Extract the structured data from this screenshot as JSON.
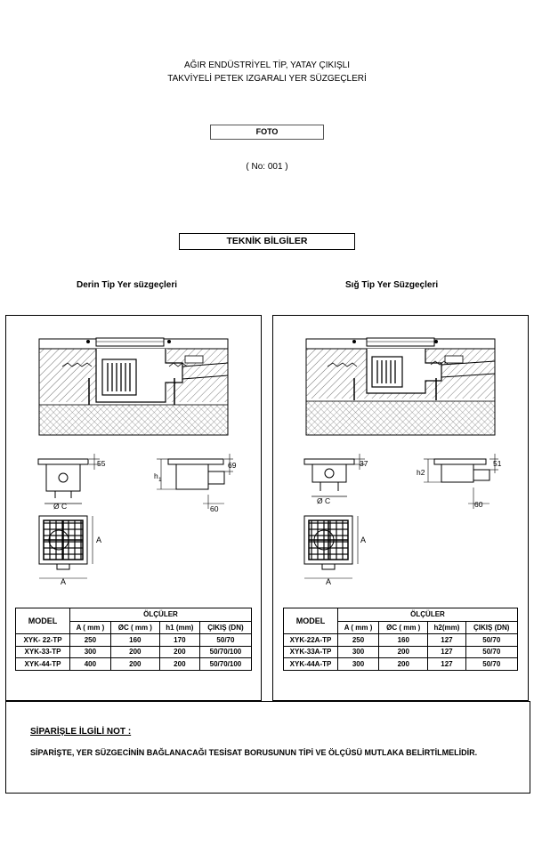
{
  "header": {
    "title_line1": "AĞIR ENDÜSTRİYEL TİP, YATAY ÇIKIŞLI",
    "title_line2": "TAKVİYELİ PETEK IZGARALI YER SÜZGEÇLERİ",
    "foto_label": "FOTO",
    "number_text": "( No:  001 )",
    "technical_info": "TEKNİK BİLGİLER"
  },
  "left_panel": {
    "heading": "Derin Tip Yer süzgeçleri",
    "dims": {
      "top_right": "55",
      "side_right": "69",
      "h_label": "h",
      "h_sub": "1",
      "outlet": "60",
      "diameter": "Ø C",
      "a_side": "A",
      "a_bottom": "A"
    },
    "table": {
      "model_header": "MODEL",
      "group_header": "ÖLÇÜLER",
      "columns": [
        "A ( mm )",
        "ØC ( mm )",
        "h1 (mm)",
        "ÇIKIŞ (DN)"
      ],
      "rows": [
        [
          "XYK- 22-TP",
          "250",
          "160",
          "170",
          "50/70"
        ],
        [
          "XYK-33-TP",
          "300",
          "200",
          "200",
          "50/70/100"
        ],
        [
          "XYK-44-TP",
          "400",
          "200",
          "200",
          "50/70/100"
        ]
      ]
    }
  },
  "right_panel": {
    "heading": "Sığ Tip Yer Süzgeçleri",
    "dims": {
      "top_right": "37",
      "side_right": "51",
      "h_label": "h2",
      "outlet": "60",
      "diameter": "Ø C",
      "a_side": "A",
      "a_bottom": "A"
    },
    "table": {
      "model_header": "MODEL",
      "group_header": "ÖLÇÜLER",
      "columns": [
        "A ( mm )",
        "ØC ( mm )",
        "h2(mm)",
        "ÇIKIŞ (DN)"
      ],
      "rows": [
        [
          "XYK-22A-TP",
          "250",
          "160",
          "127",
          "50/70"
        ],
        [
          "XYK-33A-TP",
          "300",
          "200",
          "127",
          "50/70"
        ],
        [
          "XYK-44A-TP",
          "300",
          "200",
          "127",
          "50/70"
        ]
      ]
    }
  },
  "note": {
    "title": "SİPARİŞLE İLGİLİ NOT :",
    "body": "SİPARİŞTE, YER SÜZGECİNİN BAĞLANACAĞI TESİSAT BORUSUNUN TİPİ VE ÖLÇÜSÜ MUTLAKA BELİRTİLMELİDİR."
  }
}
